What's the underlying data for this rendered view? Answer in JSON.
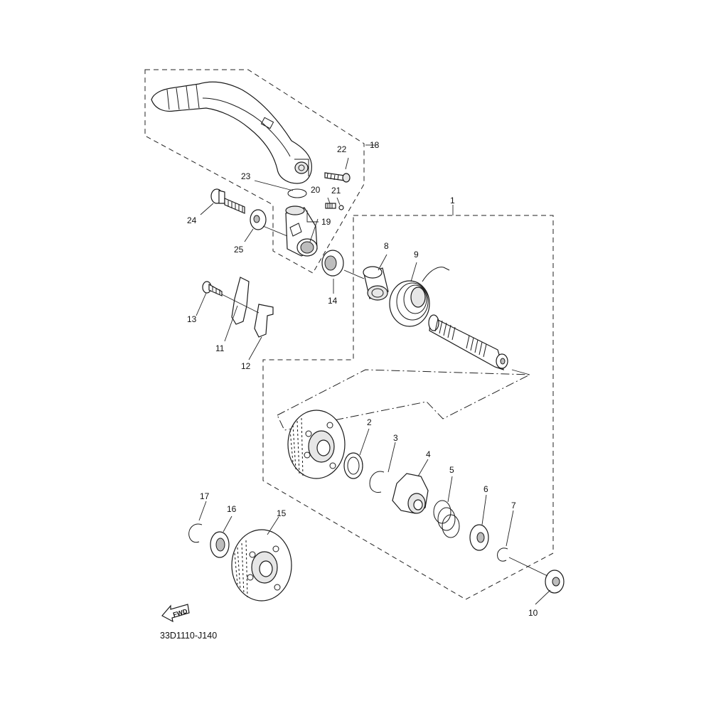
{
  "diagram": {
    "code": "33D1110-J140",
    "fwd_label": "FWD",
    "callouts": {
      "p1": "1",
      "p2": "2",
      "p3": "3",
      "p4": "4",
      "p5": "5",
      "p6": "6",
      "p7": "7",
      "p8": "8",
      "p9": "9",
      "p10": "10",
      "p11": "11",
      "p12": "12",
      "p13": "13",
      "p14": "14",
      "p15": "15",
      "p16": "16",
      "p17": "17",
      "p18": "18",
      "p19": "19",
      "p20": "20",
      "p21": "21",
      "p22": "22",
      "p23": "23",
      "p24": "24",
      "p25": "25"
    }
  }
}
